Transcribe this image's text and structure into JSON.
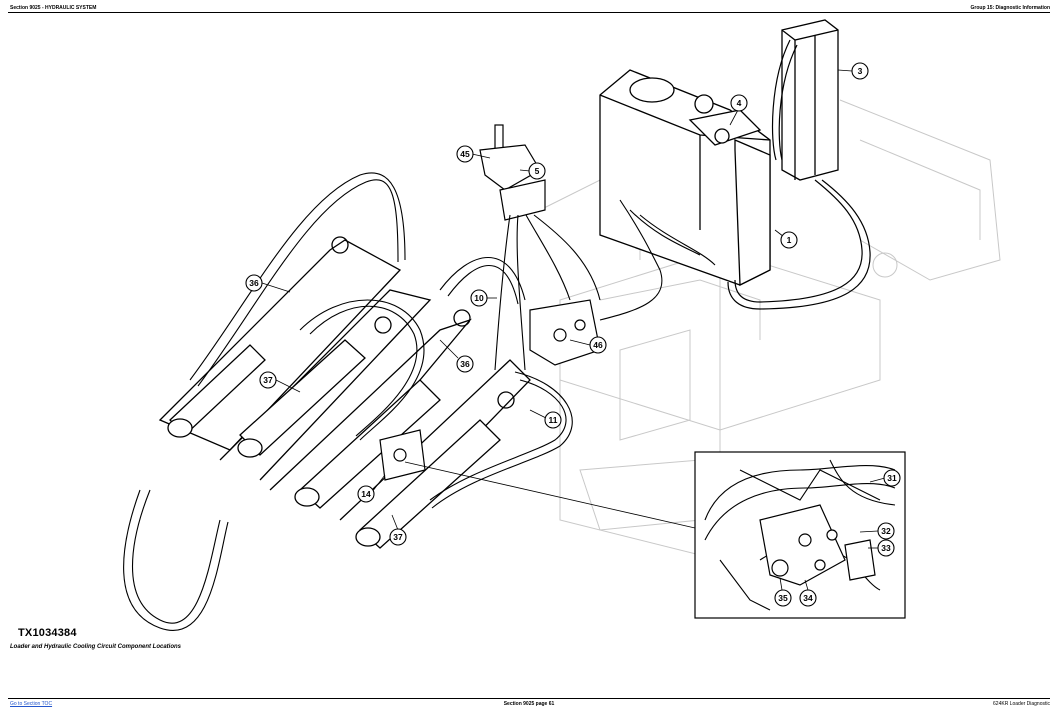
{
  "header": {
    "left": "Section 9025 - HYDRAULIC SYSTEM",
    "right": "Group 15: Diagnostic Information"
  },
  "figure": {
    "id": "TX1034384",
    "caption": "Loader and Hydraulic Cooling Circuit Component Locations"
  },
  "callouts": {
    "c1": "1",
    "c3": "3",
    "c4": "4",
    "c5": "5",
    "c45": "45",
    "c10": "10",
    "c36a": "36",
    "c36b": "36",
    "c37a": "37",
    "c37b": "37",
    "c46": "46",
    "c11": "11",
    "c14": "14",
    "c31": "31",
    "c32": "32",
    "c33": "33",
    "c34": "34",
    "c35": "35"
  },
  "footer": {
    "left": "Go to Section TOC",
    "center": "Section 9025 page 61",
    "right": "624KR Loader Diagnostic"
  }
}
